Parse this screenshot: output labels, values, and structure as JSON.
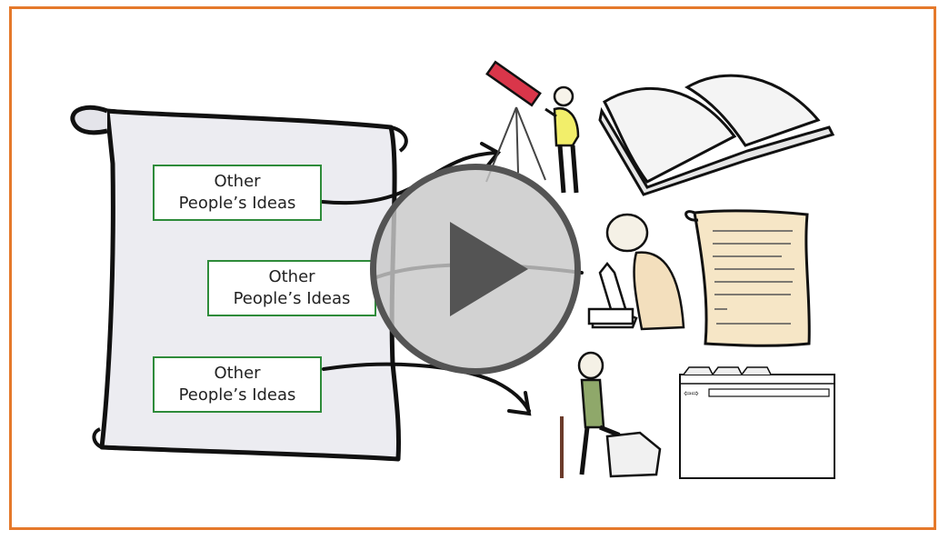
{
  "ideas": [
    {
      "line1": "Other",
      "line2": "People’s Ideas"
    },
    {
      "line1": "Other",
      "line2": "People’s Ideas"
    },
    {
      "line1": "Other",
      "line2": "People’s Ideas"
    }
  ],
  "colors": {
    "frame": "#e5792b",
    "box_border": "#2e8b3a",
    "play_ring": "#545454",
    "play_fill": "#c8c8c8"
  },
  "icons": [
    "scroll",
    "telescope-astronomer",
    "open-book",
    "microscope-scientist",
    "paper-document",
    "hiker-explorer",
    "browser-window",
    "play-icon"
  ]
}
